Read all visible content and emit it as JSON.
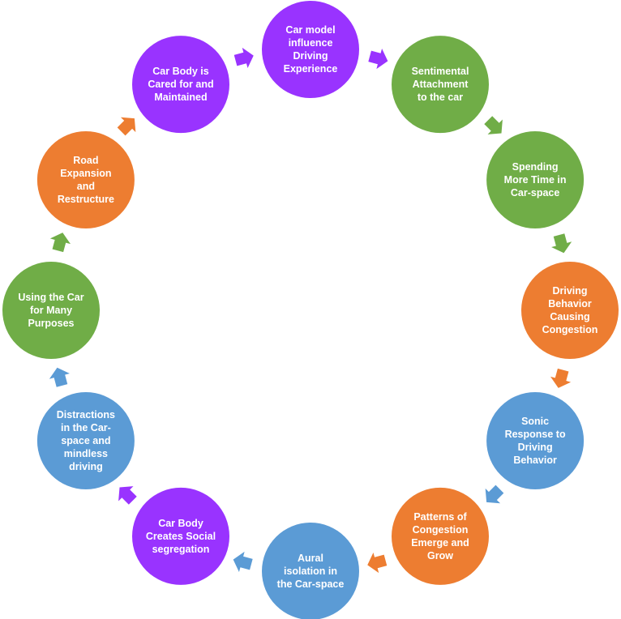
{
  "diagram": {
    "type": "cycle",
    "direction": "clockwise",
    "colors": {
      "purple": "#9933ff",
      "green": "#70ad47",
      "orange": "#ed7d31",
      "blue": "#5b9bd5",
      "text": "#ffffff",
      "background": "#ffffff"
    },
    "nodes": [
      {
        "id": "n1",
        "lines": [
          "Car model",
          "influence",
          "Driving",
          "Experience"
        ],
        "color": "purple"
      },
      {
        "id": "n2",
        "lines": [
          "Sentimental",
          "Attachment",
          "to the car"
        ],
        "color": "green"
      },
      {
        "id": "n3",
        "lines": [
          "Spending",
          "More Time in",
          "Car-space"
        ],
        "color": "green"
      },
      {
        "id": "n4",
        "lines": [
          "Driving",
          "Behavior",
          "Causing",
          "Congestion"
        ],
        "color": "orange"
      },
      {
        "id": "n5",
        "lines": [
          "Sonic",
          "Response to",
          "Driving",
          "Behavior"
        ],
        "color": "blue"
      },
      {
        "id": "n6",
        "lines": [
          "Patterns of",
          "Congestion",
          "Emerge and",
          "Grow"
        ],
        "color": "orange"
      },
      {
        "id": "n7",
        "lines": [
          "Aural",
          "isolation in",
          "the Car-space"
        ],
        "color": "blue"
      },
      {
        "id": "n8",
        "lines": [
          "Car Body",
          "Creates Social",
          "segregation"
        ],
        "color": "purple"
      },
      {
        "id": "n9",
        "lines": [
          "Distractions",
          "in the Car-",
          "space and",
          "mindless",
          "driving"
        ],
        "color": "blue"
      },
      {
        "id": "n10",
        "lines": [
          "Using the Car",
          "for Many",
          "Purposes"
        ],
        "color": "green"
      },
      {
        "id": "n11",
        "lines": [
          "Road",
          "Expansion",
          "and",
          "Restructure"
        ],
        "color": "orange"
      },
      {
        "id": "n12",
        "lines": [
          "Car Body is",
          "Cared for and",
          "Maintained"
        ],
        "color": "purple"
      }
    ],
    "arrows": [
      {
        "from": "n1",
        "to": "n2",
        "color": "purple"
      },
      {
        "from": "n2",
        "to": "n3",
        "color": "green"
      },
      {
        "from": "n3",
        "to": "n4",
        "color": "green"
      },
      {
        "from": "n4",
        "to": "n5",
        "color": "orange"
      },
      {
        "from": "n5",
        "to": "n6",
        "color": "blue"
      },
      {
        "from": "n6",
        "to": "n7",
        "color": "orange"
      },
      {
        "from": "n7",
        "to": "n8",
        "color": "blue"
      },
      {
        "from": "n8",
        "to": "n9",
        "color": "purple"
      },
      {
        "from": "n9",
        "to": "n10",
        "color": "blue"
      },
      {
        "from": "n10",
        "to": "n11",
        "color": "green"
      },
      {
        "from": "n11",
        "to": "n12",
        "color": "orange"
      },
      {
        "from": "n12",
        "to": "n1",
        "color": "purple"
      }
    ]
  }
}
